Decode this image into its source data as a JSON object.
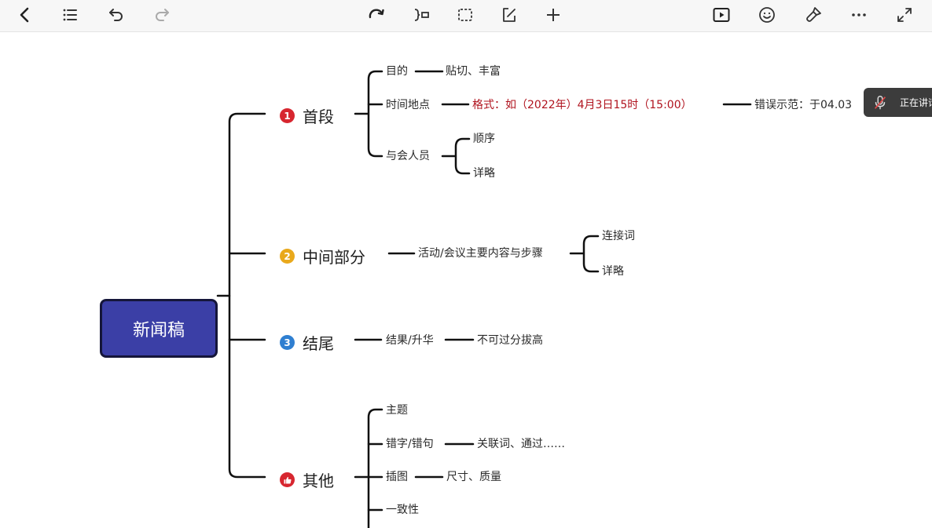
{
  "toolbar": {
    "left_icons": [
      "back-icon",
      "list-icon",
      "undo-icon",
      "redo-icon"
    ],
    "center_icons": [
      "rotate-icon",
      "bracket-icon",
      "select-box-icon",
      "edit-icon",
      "plus-icon"
    ],
    "right_icons": [
      "play-icon",
      "emoji-icon",
      "format-painter-icon",
      "more-icon",
      "fullscreen-icon"
    ]
  },
  "recording": {
    "status": "正在讲话"
  },
  "mindmap": {
    "root": "新闻稿",
    "branches": [
      {
        "badge": "1",
        "badge_color": "#d7262f",
        "label": "首段"
      },
      {
        "badge": "2",
        "badge_color": "#e9a91c",
        "label": "中间部分"
      },
      {
        "badge": "3",
        "badge_color": "#2f7fd1",
        "label": "结尾"
      },
      {
        "badge": "thumb",
        "badge_color": "#d7262f",
        "label": "其他"
      }
    ],
    "nodes": {
      "purpose": "目的",
      "purpose_detail": "贴切、丰富",
      "time_place": "时间地点",
      "time_place_format": "格式：如（2022年）4月3日15时（15:00）",
      "time_place_wrong": "错误示范：于04.03",
      "attendees": "与会人员",
      "attendees_order": "顺序",
      "attendees_detail": "详略",
      "middle_main": "活动/会议主要内容与步骤",
      "middle_connect": "连接词",
      "middle_detail": "详略",
      "ending_result": "结果/升华",
      "ending_note": "不可过分拔高",
      "other_topic": "主题",
      "other_typo": "错字/错句",
      "other_typo_note": "关联词、通过……",
      "other_image": "插图",
      "other_image_note": "尺寸、质量",
      "other_consistency": "一致性"
    }
  },
  "colors": {
    "root_fill": "#3b3fa6",
    "emphasis_text": "#b0131e",
    "connector": "#111111"
  }
}
